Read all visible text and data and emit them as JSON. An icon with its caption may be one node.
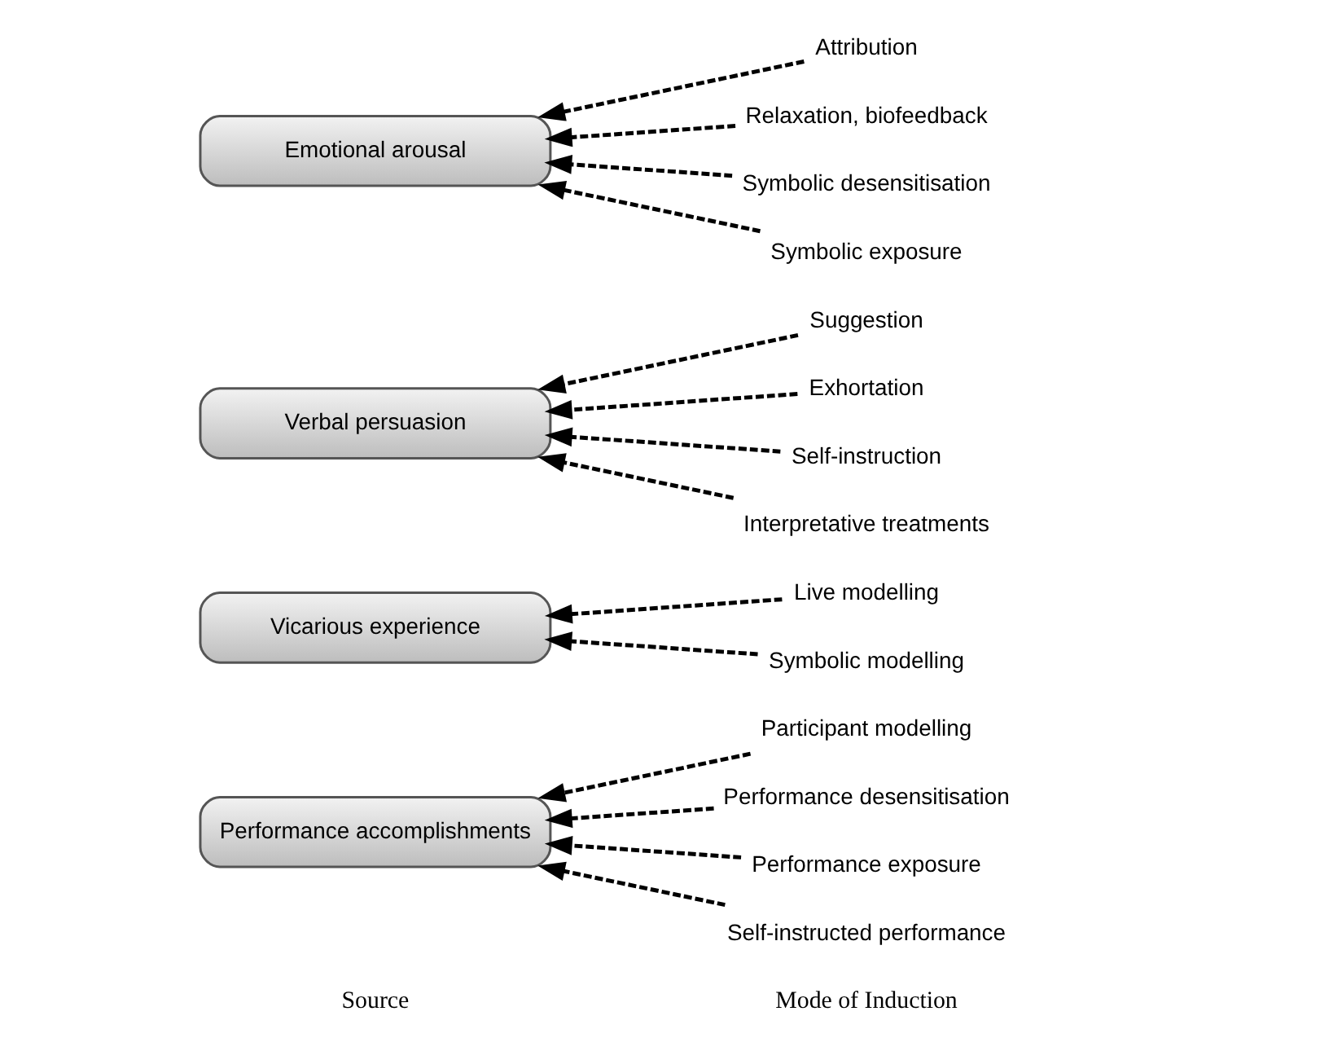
{
  "diagram": {
    "nodes": [
      {
        "text": [
          "Performance accomplishments"
        ]
      },
      {
        "text": [
          "Participant modelling"
        ]
      },
      {
        "text": [
          "Performance desensitisation"
        ]
      },
      {
        "text": [
          "Performance exposure"
        ]
      },
      {
        "text": [
          "Self-instructed performance"
        ]
      },
      {
        "text": [
          "Vicarious experience"
        ]
      },
      {
        "text": [
          "Live modelling"
        ]
      },
      {
        "text": [
          "Symbolic modelling"
        ]
      },
      {
        "text": [
          "Verbal persuasion"
        ]
      },
      {
        "text": [
          "Suggestion"
        ]
      },
      {
        "text": [
          "Exhortation"
        ]
      },
      {
        "text": [
          "Self-instruction"
        ]
      },
      {
        "text": [
          "Interpretative treatments"
        ]
      },
      {
        "text": [
          "Emotional arousal"
        ]
      },
      {
        "text": [
          "Attribution"
        ]
      },
      {
        "text": [
          "Relaxation, biofeedback"
        ]
      },
      {
        "text": [
          "Symbolic desensitisation"
        ]
      },
      {
        "text": [
          "Symbolic exposure"
        ]
      }
    ],
    "edges": [
      {
        "from": 1,
        "to": 0,
        "arrow": "to",
        "style": "dashed"
      },
      {
        "from": 2,
        "to": 0,
        "arrow": "to",
        "style": "dashed"
      },
      {
        "from": 3,
        "to": 0,
        "arrow": "to",
        "style": "dashed"
      },
      {
        "from": 4,
        "to": 0,
        "arrow": "to",
        "style": "dashed"
      },
      {
        "from": 6,
        "to": 5,
        "arrow": "to",
        "style": "dashed"
      },
      {
        "from": 7,
        "to": 5,
        "arrow": "to",
        "style": "dashed"
      },
      {
        "from": 9,
        "to": 8,
        "arrow": "to",
        "style": "dashed"
      },
      {
        "from": 10,
        "to": 8,
        "arrow": "to",
        "style": "dashed"
      },
      {
        "from": 11,
        "to": 8,
        "arrow": "to",
        "style": "dashed"
      },
      {
        "from": 12,
        "to": 8,
        "arrow": "to",
        "style": "dashed"
      },
      {
        "from": 14,
        "to": 13,
        "arrow": "to",
        "style": "dashed"
      },
      {
        "from": 15,
        "to": 13,
        "arrow": "to",
        "style": "dashed"
      },
      {
        "from": 16,
        "to": 13,
        "arrow": "to",
        "style": "dashed"
      },
      {
        "from": 17,
        "to": 13,
        "arrow": "to",
        "style": "dashed"
      }
    ],
    "labels": [
      "Source",
      "Mode of Induction"
    ]
  }
}
